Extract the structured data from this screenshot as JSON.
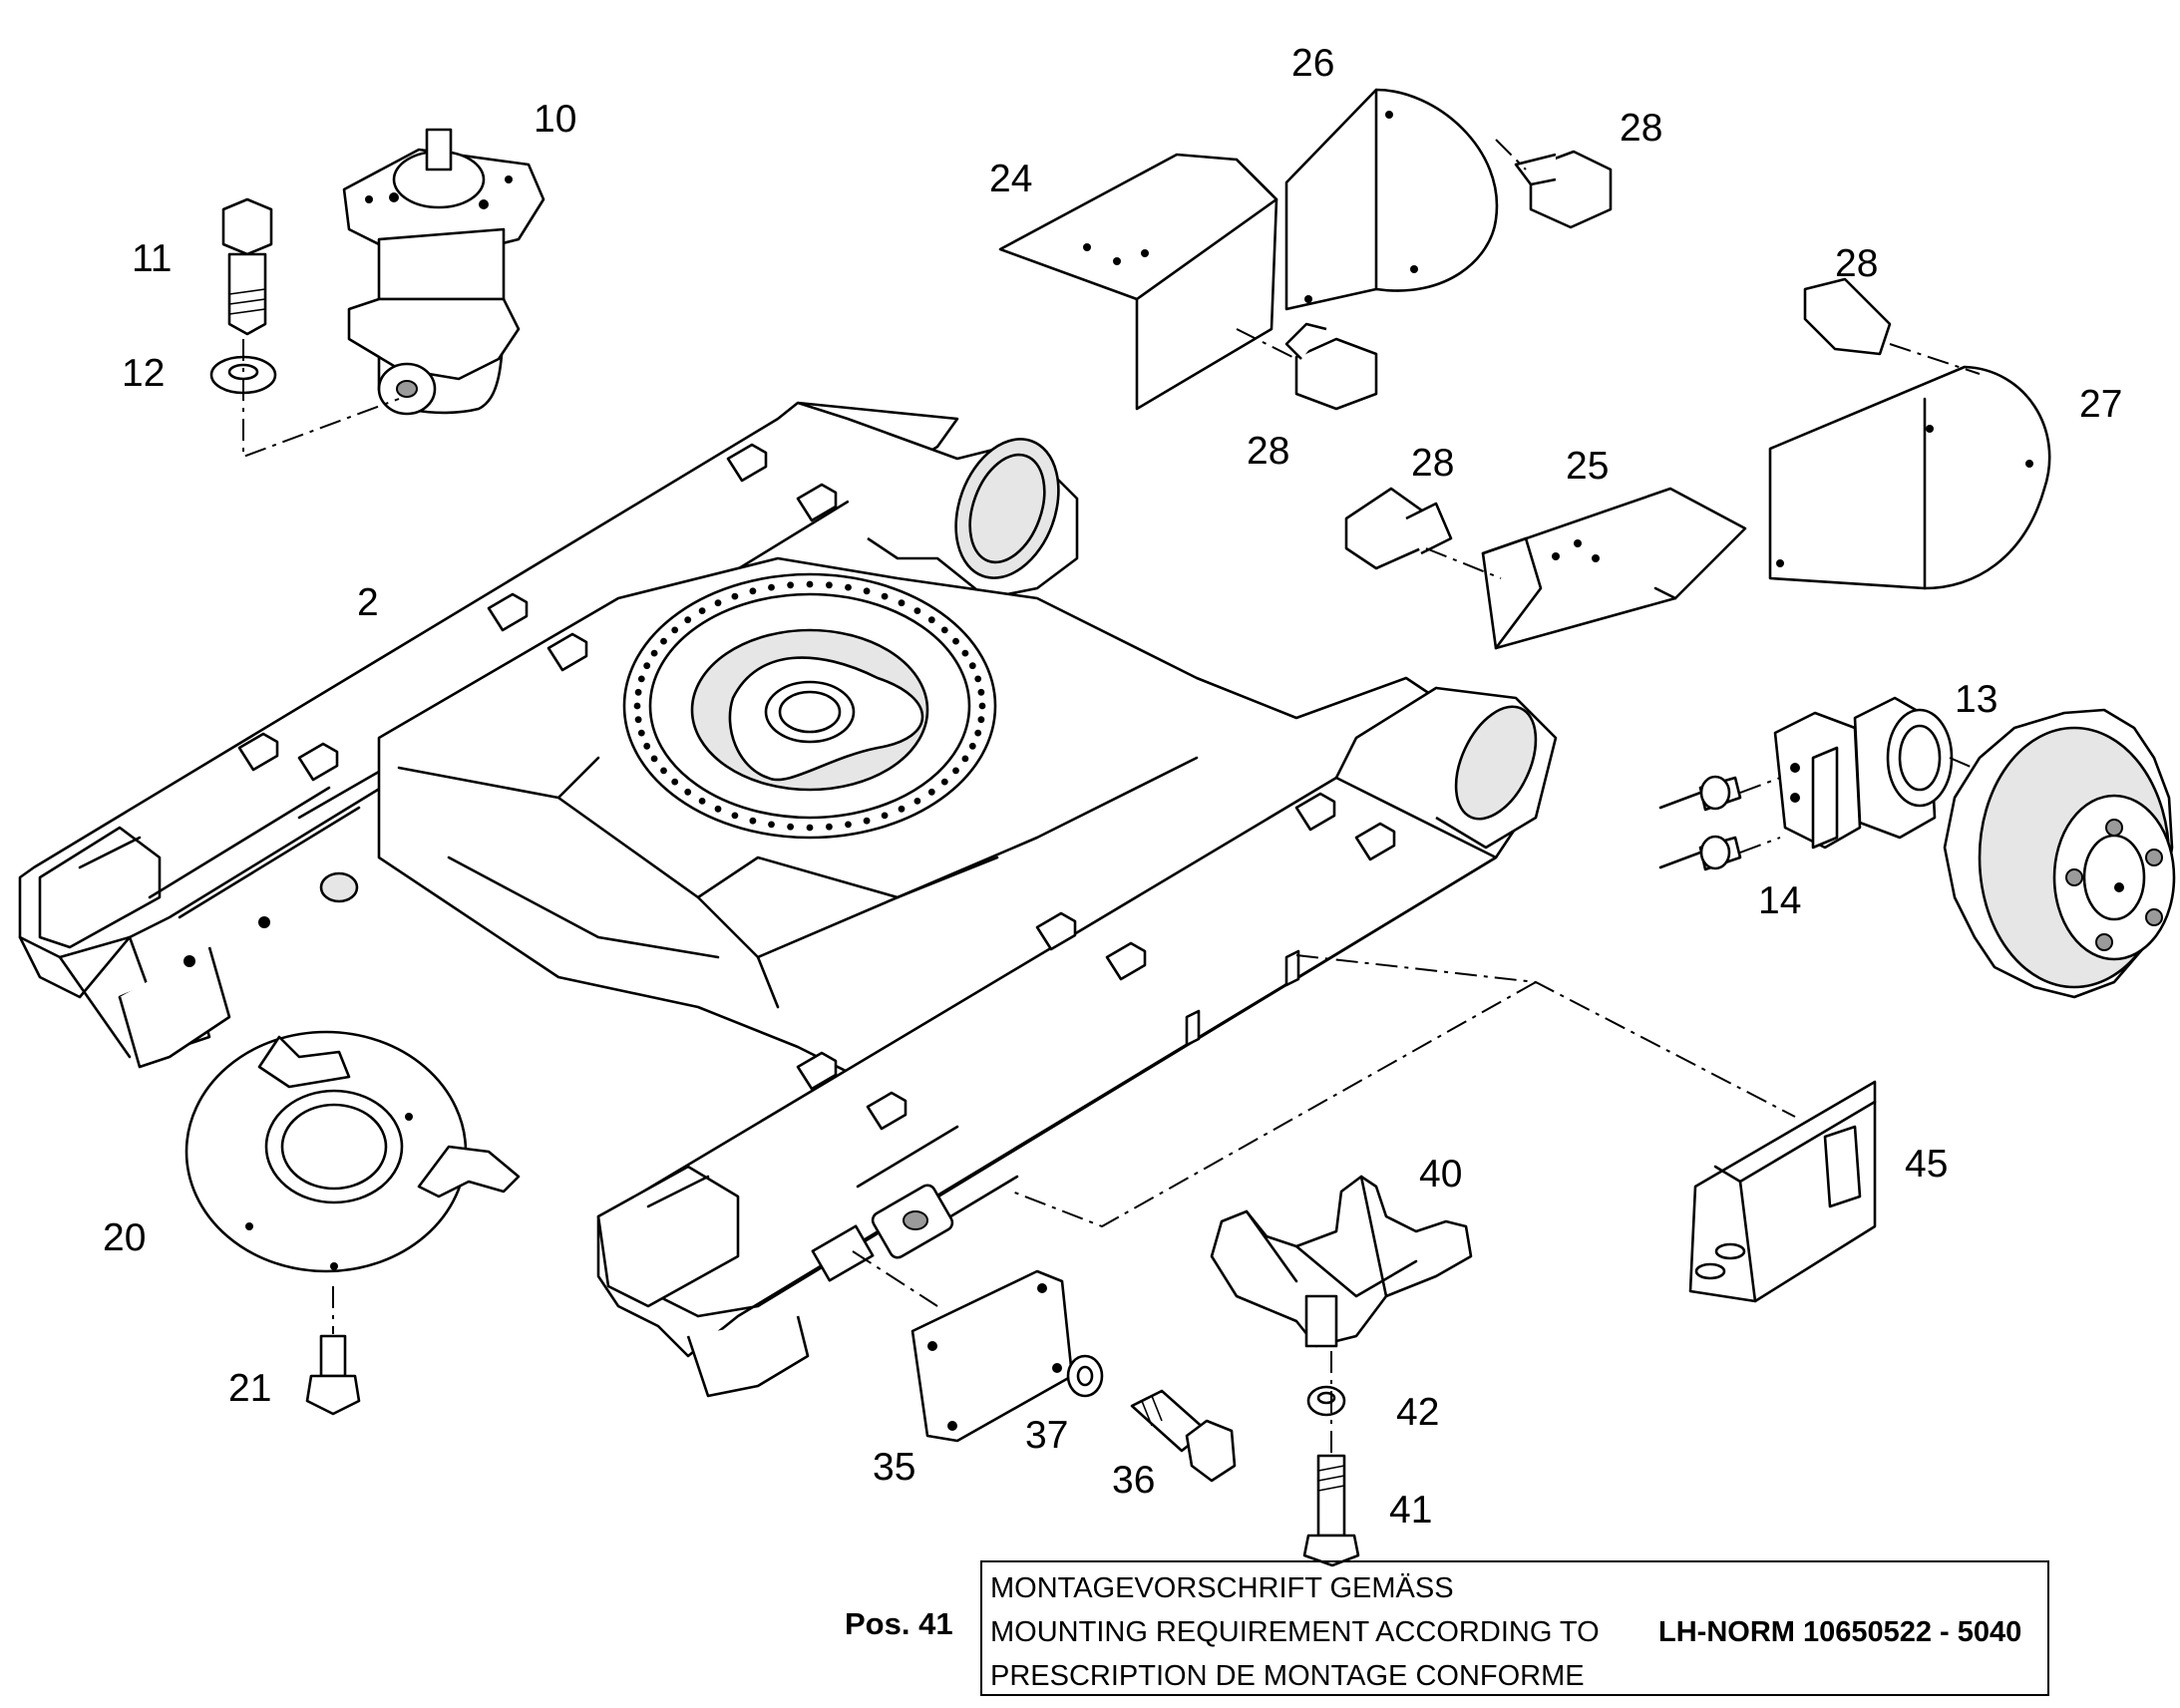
{
  "parts": [
    {
      "id": "2",
      "label": "2"
    },
    {
      "id": "10",
      "label": "10"
    },
    {
      "id": "11",
      "label": "11"
    },
    {
      "id": "12",
      "label": "12"
    },
    {
      "id": "13",
      "label": "13"
    },
    {
      "id": "14",
      "label": "14"
    },
    {
      "id": "20",
      "label": "20"
    },
    {
      "id": "21",
      "label": "21"
    },
    {
      "id": "24",
      "label": "24"
    },
    {
      "id": "25",
      "label": "25"
    },
    {
      "id": "26",
      "label": "26"
    },
    {
      "id": "27",
      "label": "27"
    },
    {
      "id": "28",
      "label": "28"
    },
    {
      "id": "35",
      "label": "35"
    },
    {
      "id": "36",
      "label": "36"
    },
    {
      "id": "37",
      "label": "37"
    },
    {
      "id": "40",
      "label": "40"
    },
    {
      "id": "41",
      "label": "41"
    },
    {
      "id": "42",
      "label": "42"
    },
    {
      "id": "45",
      "label": "45"
    }
  ],
  "note": {
    "position_label": "Pos. 41",
    "line1": "MONTAGEVORSCHRIFT GEMÄSS",
    "line2": "MOUNTING REQUIREMENT ACCORDING TO",
    "line3": "PRESCRIPTION DE MONTAGE CONFORME",
    "norm": "LH-NORM 10650522 - 5040"
  }
}
